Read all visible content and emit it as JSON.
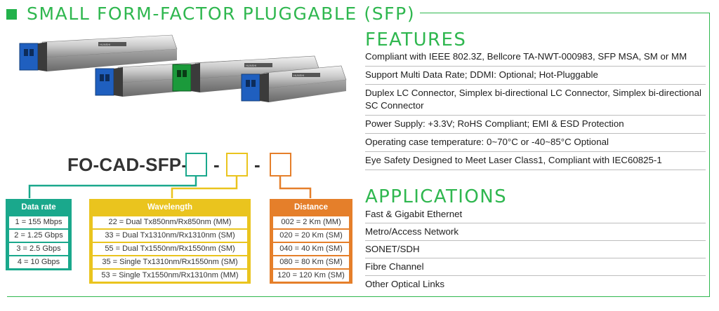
{
  "header": {
    "title": "SMALL FORM-FACTOR PLUGGABLE (SFP)"
  },
  "features": {
    "title": "FEATURES",
    "items": [
      "Compliant with IEEE 802.3Z, Bellcore TA-NWT-000983, SFP MSA, SM or MM",
      "Support Multi Data Rate; DDMI: Optional; Hot-Pluggable",
      "Duplex LC Connector, Simplex bi-directional LC Connector, Simplex bi-directional SC Connector",
      "Power Supply: +3.3V; RoHS Compliant; EMI & ESD Protection",
      "Operating case temperature: 0~70°C or -40~85°C  Optional",
      "Eye Safety Designed to Meet Laser Class1, Compliant with IEC60825-1"
    ]
  },
  "applications": {
    "title": "APPLICATIONS",
    "items": [
      "Fast & Gigabit Ethernet",
      "Metro/Access Network",
      "SONET/SDH",
      "Fibre Channel",
      "Other Optical Links"
    ]
  },
  "part_number": {
    "prefix": "FO-CAD-SFP-",
    "separator": "-"
  },
  "categories": [
    {
      "title": "Data rate",
      "color": "#1aa88c",
      "options": [
        "1 = 155 Mbps",
        "2 = 1.25 Gbps",
        "3 = 2.5 Gbps",
        "4 = 10 Gbps"
      ]
    },
    {
      "title": "Wavelength",
      "color": "#eac41e",
      "options": [
        "22 = Dual Tx850nm/Rx850nm (MM)",
        "33 = Dual Tx1310nm/Rx1310nm (SM)",
        "55 = Dual Tx1550nm/Rx1550nm (SM)",
        "35 = Single Tx1310nm/Rx1550nm (SM)",
        "53 = Single Tx1550nm/Rx1310nm (MM)"
      ]
    },
    {
      "title": "Distance",
      "color": "#e57f2a",
      "options": [
        "002 = 2 Km (MM)",
        "020 = 20 Km (SM)",
        "040 = 40 Km (SM)",
        "080 = 80 Km (SM)",
        "120 = 120 Km (SM)"
      ]
    }
  ],
  "colors": {
    "green": "#2fb74f",
    "teal": "#1aa88c",
    "yellow": "#eac41e",
    "orange": "#e57f2a"
  },
  "product_labels": [
    "HUNSHI",
    "HUNSHI",
    "HUNSHI",
    "HUNSHI"
  ]
}
